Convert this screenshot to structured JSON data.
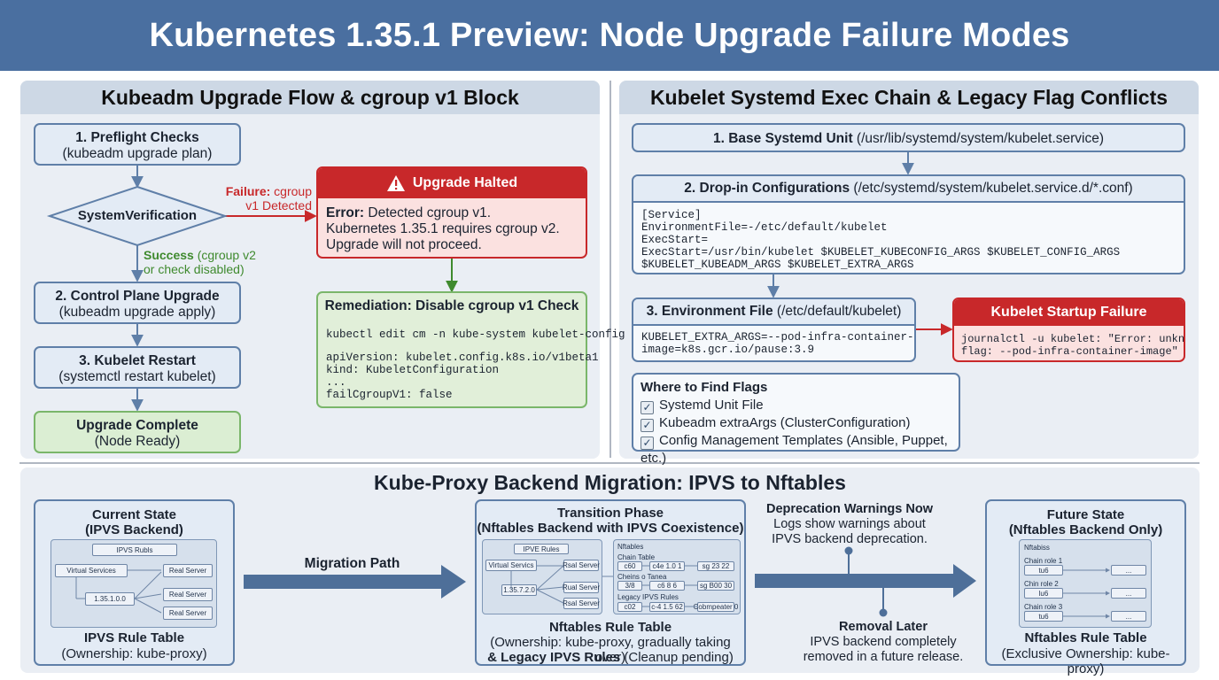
{
  "title": "Kubernetes 1.35.1 Preview: Node Upgrade Failure Modes",
  "left_panel": {
    "heading": "Kubeadm Upgrade Flow & cgroup v1 Block",
    "preflight": {
      "title": "1. Preflight Checks",
      "sub": "(kubeadm upgrade plan)"
    },
    "decision": "SystemVerification",
    "failure_label": {
      "bold": "Failure:",
      "rest": " cgroup",
      "line2": "v1 Detected"
    },
    "success_label": {
      "bold": "Success",
      "rest": " (cgroup v2",
      "line2": "or check disabled)"
    },
    "control_plane": {
      "title": "2. Control Plane Upgrade",
      "sub": "(kubeadm upgrade apply)"
    },
    "kubelet_restart": {
      "title": "3. Kubelet Restart",
      "sub": "(systemctl restart kubelet)"
    },
    "complete": {
      "title": "Upgrade Complete",
      "sub": "(Node Ready)"
    },
    "halted": {
      "title": "Upgrade Halted",
      "error_bold": "Error:",
      "error_rest": " Detected cgroup v1.",
      "line2": "Kubernetes 1.35.1 requires cgroup v2.",
      "line3": "Upgrade will not proceed."
    },
    "remediation": {
      "title": "Remediation: Disable cgroup v1 Check",
      "cmd": "kubectl edit cm -n kube-system kubelet-config",
      "code": "apiVersion: kubelet.config.k8s.io/v1beta1\nkind: KubeletConfiguration\n...\nfailCgroupV1: false"
    }
  },
  "right_panel": {
    "heading": "Kubelet Systemd Exec Chain & Legacy Flag Conflicts",
    "base_unit": {
      "bold": "1. Base Systemd Unit",
      "rest": " (/usr/lib/systemd/system/kubelet.service)"
    },
    "dropin": {
      "bold": "2. Drop-in Configurations",
      "rest": " (/etc/systemd/system/kubelet.service.d/*.conf)",
      "code": "[Service]\nEnvironmentFile=-/etc/default/kubelet\nExecStart=\nExecStart=/usr/bin/kubelet $KUBELET_KUBECONFIG_ARGS $KUBELET_CONFIG_ARGS\n$KUBELET_KUBEADM_ARGS $KUBELET_EXTRA_ARGS"
    },
    "env_file": {
      "bold": "3. Environment File",
      "rest": " (/etc/default/kubelet)",
      "code": "KUBELET_EXTRA_ARGS=--pod-infra-container-\nimage=k8s.gcr.io/pause:3.9"
    },
    "startup_failure": {
      "title": "Kubelet Startup Failure",
      "code": "journalctl -u kubelet: \"Error: unknown\nflag: --pod-infra-container-image\""
    },
    "where": {
      "title": "Where to Find Flags",
      "items": [
        "Systemd Unit File",
        "Kubeadm extraArgs (ClusterConfiguration)",
        "Config Management Templates (Ansible, Puppet, etc.)"
      ]
    }
  },
  "bottom_panel": {
    "heading": "Kube-Proxy Backend Migration: IPVS to Nftables",
    "current": {
      "title": "Current State",
      "sub": "(IPVS Backend)",
      "mini_title": "IPVS Rubls",
      "virtual": "Virtual Services",
      "ip": "1.35.1.0.0",
      "real1": "Real Server",
      "real2": "Real Server",
      "real3": "Real Server",
      "footer_title": "IPVS Rule Table",
      "footer_sub": "(Ownership: kube-proxy)"
    },
    "migration_label": "Migration Path",
    "transition": {
      "title": "Transition Phase",
      "sub": "(Nftables Backend with IPVS Coexistence)",
      "ipvs_rules": "IPVE Rules",
      "virtual": "Virtual Servics",
      "ip": "1.35.7.2.0",
      "real1": "Rsal Server",
      "real2": "Rual Server",
      "real3": "Rsal Server",
      "nft_title": "Nftables",
      "chain_table": "Chain Table",
      "row1": [
        "c60",
        "c4e 1.0 1",
        "sg 23 22"
      ],
      "chains_label": "Cheins o Tanea",
      "row2": [
        "3/8",
        "c6 8 6",
        "sg B00 30"
      ],
      "legacy_label": "Legacy IPVS Rules",
      "row3": [
        "c02",
        "c-4 1.5 62",
        "Cobmpeater 0"
      ],
      "footer_title": "Nftables Rule Table",
      "footer_line2": "(Ownership: kube-proxy, gradually taking over)",
      "footer_bold": "& Legacy IPVS Rules",
      "footer_rest": " (Cleanup pending)"
    },
    "deprecation": {
      "title": "Deprecation Warnings Now",
      "line1": "Logs show warnings about",
      "line2": "IPVS backend deprecation."
    },
    "removal": {
      "title": "Removal Later",
      "line1": "IPVS backend completely",
      "line2": "removed in a future release."
    },
    "future": {
      "title": "Future State",
      "sub": "(Nftables Backend Only)",
      "mini_title": "Nftabiss",
      "chain1": "Chain role 1",
      "chain2": "Chin role 2",
      "chain3": "Chain role 3",
      "row1": [
        "tu6",
        "..."
      ],
      "row2": [
        "lu6",
        "..."
      ],
      "row3": [
        "tu6",
        "..."
      ],
      "footer_title": "Nftables Rule Table",
      "footer_sub": "(Exclusive Ownership: kube-proxy)"
    }
  },
  "colors": {
    "header": "#4a6fa0",
    "box_border": "#5f7fa8",
    "error": "#c8282a",
    "success": "#3f8a2e",
    "arrow_band": "#4e6f99"
  }
}
